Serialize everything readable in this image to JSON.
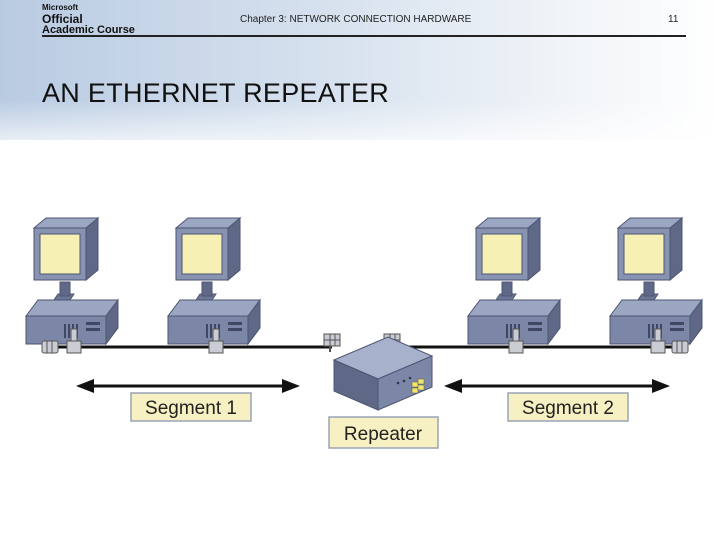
{
  "header": {
    "logo": {
      "brand": "Microsoft",
      "line1": "Official",
      "line2": "Academic Course"
    },
    "chapter": "Chapter 3: NETWORK CONNECTION HARDWARE",
    "page_number": "11"
  },
  "slide": {
    "title": "AN ETHERNET REPEATER"
  },
  "diagram": {
    "labels": {
      "segment1": "Segment 1",
      "segment2": "Segment 2",
      "repeater": "Repeater"
    },
    "colors": {
      "monitor_screen": "#f6f0b4",
      "device_body": "#7d88a8",
      "device_dark": "#5d6684",
      "label_fill": "#f7f0c2",
      "label_border": "#9aa3b5",
      "cable": "#111111"
    }
  }
}
